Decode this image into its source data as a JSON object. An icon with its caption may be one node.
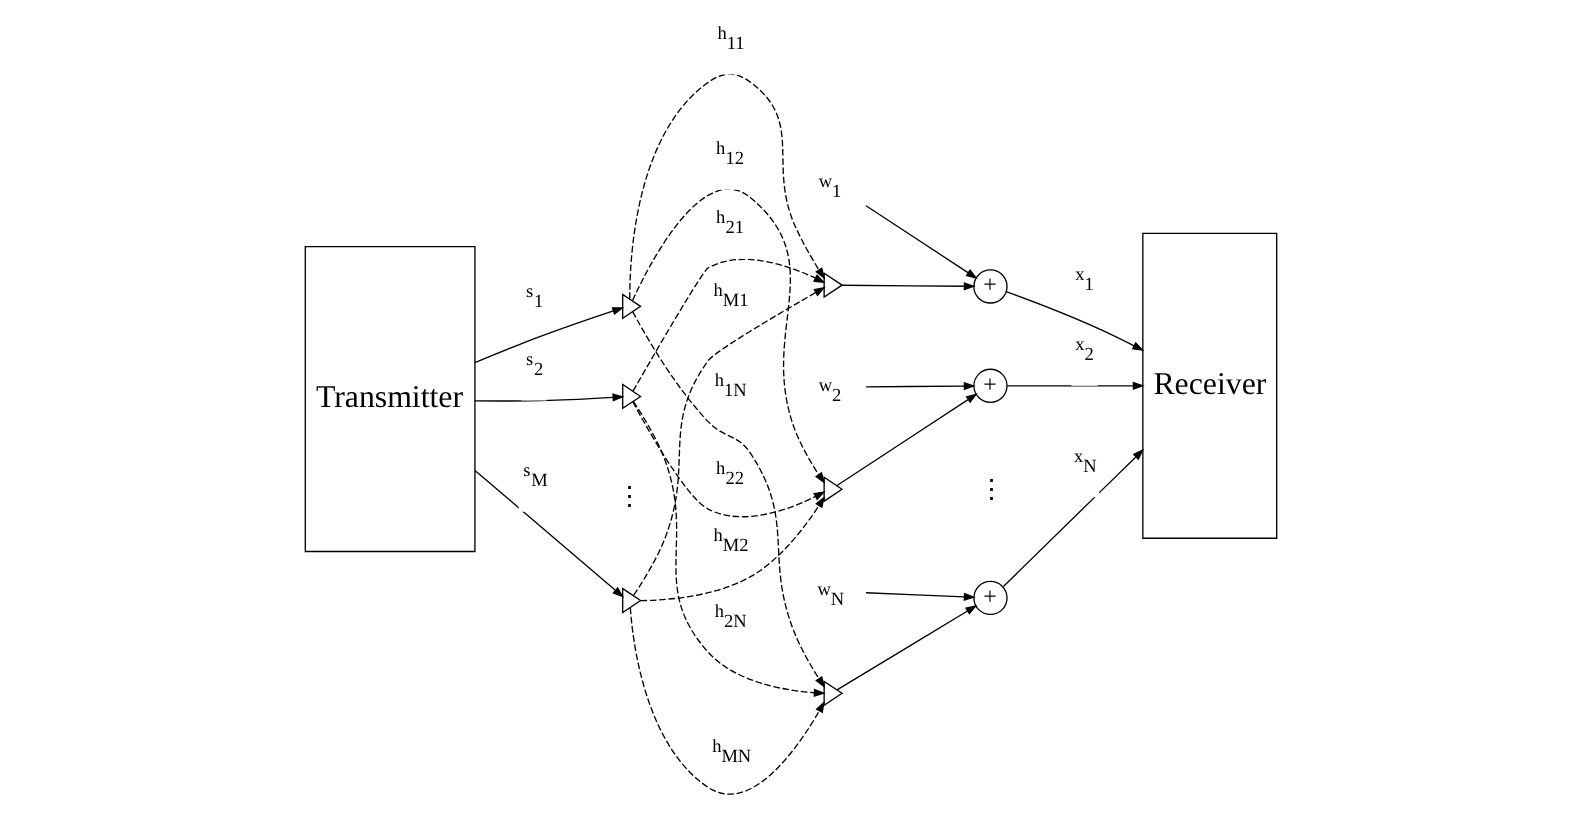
{
  "diagram": {
    "nodes": [
      {
        "text": [
          "Transmitter"
        ]
      },
      {
        "text": [],
        "shape": "antenna"
      },
      {
        "text": [],
        "shape": "antenna"
      },
      {
        "text": [],
        "shape": "antenna"
      },
      {
        "text": [],
        "shape": "antenna"
      },
      {
        "text": [],
        "shape": "antenna"
      },
      {
        "text": [],
        "shape": "antenna"
      },
      {
        "text": [
          "w$_{1}$"
        ]
      },
      {
        "text": [
          "+"
        ]
      },
      {
        "text": [
          "w$_{2}$"
        ]
      },
      {
        "text": [
          "+"
        ]
      },
      {
        "text": [
          "w$_{N}$"
        ]
      },
      {
        "text": [
          "+"
        ]
      },
      {
        "text": [
          "Receiver"
        ]
      }
    ],
    "edges": [
      {
        "from": 0,
        "to": 1,
        "arrow": "to",
        "label": "s$_{1}$"
      },
      {
        "from": 0,
        "to": 2,
        "arrow": "to",
        "label": "s$_{2}$"
      },
      {
        "from": 0,
        "to": 3,
        "arrow": "to",
        "label": "s$_{M}$"
      },
      {
        "from": 1,
        "to": 4,
        "arrow": "to",
        "style": "dashed",
        "label": "h$_{11}$"
      },
      {
        "from": 1,
        "to": 5,
        "arrow": "to",
        "style": "dashed",
        "label": "h$_{12}$"
      },
      {
        "from": 1,
        "to": 6,
        "arrow": "to",
        "style": "dashed",
        "label": "h$_{1N}$"
      },
      {
        "from": 2,
        "to": 4,
        "arrow": "to",
        "style": "dashed",
        "label": "h$_{21}$"
      },
      {
        "from": 2,
        "to": 5,
        "arrow": "to",
        "style": "dashed",
        "label": "h$_{22}$"
      },
      {
        "from": 2,
        "to": 6,
        "arrow": "to",
        "style": "dashed",
        "label": "h$_{2N}$"
      },
      {
        "from": 3,
        "to": 4,
        "arrow": "to",
        "style": "dashed",
        "label": "h$_{M1}$"
      },
      {
        "from": 3,
        "to": 5,
        "arrow": "to",
        "style": "dashed",
        "label": "h$_{M2}$"
      },
      {
        "from": 3,
        "to": 6,
        "arrow": "to",
        "style": "dashed",
        "label": "h$_{MN}$"
      },
      {
        "from": 4,
        "to": 8,
        "arrow": "to"
      },
      {
        "from": 7,
        "to": 8,
        "arrow": "to"
      },
      {
        "from": 8,
        "to": 13,
        "arrow": "to",
        "label": "x$_{1}$"
      },
      {
        "from": 5,
        "to": 10,
        "arrow": "to"
      },
      {
        "from": 9,
        "to": 10,
        "arrow": "to"
      },
      {
        "from": 10,
        "to": 13,
        "arrow": "to",
        "label": "x$_{2}$"
      },
      {
        "from": 6,
        "to": 12,
        "arrow": "to"
      },
      {
        "from": 11,
        "to": 12,
        "arrow": "to"
      },
      {
        "from": 12,
        "to": 13,
        "arrow": "to",
        "label": "x$_{N}$"
      }
    ],
    "labels": [
      "⋮",
      "⋮"
    ]
  }
}
